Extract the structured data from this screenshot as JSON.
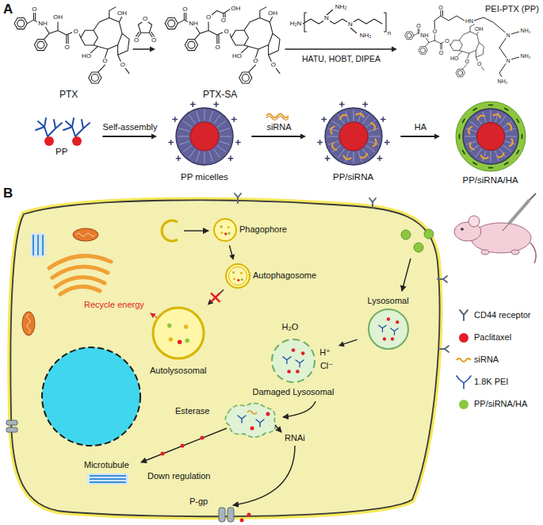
{
  "diagram": {
    "nodes": [
      {
        "text": [
          "PTX"
        ]
      },
      {
        "text": [
          "PTX-SA"
        ]
      },
      {
        "text": [
          "PEI-PTX (PP)"
        ]
      },
      {
        "text": [
          "PP"
        ]
      },
      {
        "text": [
          "PP micelles"
        ]
      },
      {
        "text": [
          "PP/siRNA"
        ]
      },
      {
        "text": [
          "PP/siRNA/HA"
        ]
      },
      {
        "text": [
          "Phagophore"
        ]
      },
      {
        "text": [
          "Autophagosome"
        ]
      },
      {
        "text": [
          "Autolysosomal"
        ]
      },
      {
        "text": [
          "Lysosomal"
        ]
      },
      {
        "text": [
          "Damaged Lysosomal"
        ]
      }
    ],
    "edges": [
      {
        "from": 0,
        "to": 1,
        "arrow": "to"
      },
      {
        "from": 1,
        "to": 2,
        "label": "HATU, HOBT, DIPEA",
        "arrow": "to"
      },
      {
        "from": 3,
        "to": 4,
        "label": "Self-assembly",
        "arrow": "to"
      },
      {
        "from": 4,
        "to": 5,
        "label": "siRNA",
        "arrow": "to"
      },
      {
        "from": 5,
        "to": 6,
        "label": "HA",
        "arrow": "to"
      },
      {
        "from": 7,
        "to": 8,
        "arrow": "to"
      },
      {
        "from": 8,
        "to": 9,
        "arrow": "to"
      },
      {
        "from": 10,
        "to": 11,
        "arrow": "to"
      }
    ],
    "labels": [
      "A",
      "O",
      "NH",
      "OH",
      "O",
      "O",
      "OH",
      "O",
      "HO",
      "O",
      "O",
      "O",
      "O",
      "O",
      "NH",
      "O",
      "O",
      "OH",
      "O",
      "O",
      "OH",
      "O",
      "HO",
      "O",
      "H₂N",
      "N",
      "NH₂",
      "N",
      "NH₂",
      "n",
      "O",
      "NH",
      "O",
      "O",
      "OH",
      "O",
      "HO",
      "O",
      "O",
      "O",
      "HN",
      "N",
      "NH₂",
      "N",
      "NH₂",
      "NH₂",
      "B",
      "Recycle energy",
      "H₂O",
      "H⁺",
      "Cl⁻",
      "Esterase",
      "Microtubule",
      "Down regulation",
      "RNAi",
      "P-gp"
    ],
    "legend": [
      {
        "text": "CD44 receptor"
      },
      {
        "text": "Paclitaxel",
        "color": "#e41e26"
      },
      {
        "text": "siRNA"
      },
      {
        "text": "1.8K PEI"
      },
      {
        "text": "PP/siRNA/HA",
        "color": "#8dc63f"
      }
    ]
  }
}
